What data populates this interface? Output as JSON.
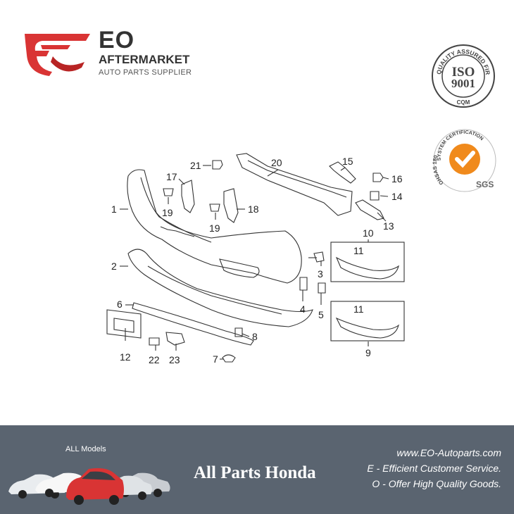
{
  "header": {
    "brand_name": "EO",
    "brand_sub": "AFTERMARKET",
    "brand_tagline": "AUTO PARTS SUPPLIER",
    "iso_badge": {
      "top_text": "QUALITY ASSURED FIRM",
      "main": "ISO",
      "number": "9001",
      "bottom": "CQM"
    },
    "sgs_badge": {
      "top_text": "SYSTEM CERTIFICATION",
      "side_text": "OHSAS 18001",
      "mark": "SGS"
    }
  },
  "diagram": {
    "callouts": [
      "1",
      "2",
      "3",
      "4",
      "5",
      "6",
      "7",
      "8",
      "9",
      "10",
      "11",
      "11",
      "12",
      "13",
      "14",
      "15",
      "16",
      "17",
      "18",
      "19",
      "19",
      "20",
      "21",
      "22",
      "23"
    ]
  },
  "footer": {
    "models_label": "ALL Models",
    "title": "All Parts Honda",
    "website": "www.EO-Autoparts.com",
    "line_e": "E - Efficient Customer Service.",
    "line_o": "O - Offer High Quality Goods."
  },
  "colors": {
    "brand_red": "#d93434",
    "footer_bg": "#5a6470",
    "iso_gray": "#444444",
    "sgs_orange": "#f08a1c"
  }
}
